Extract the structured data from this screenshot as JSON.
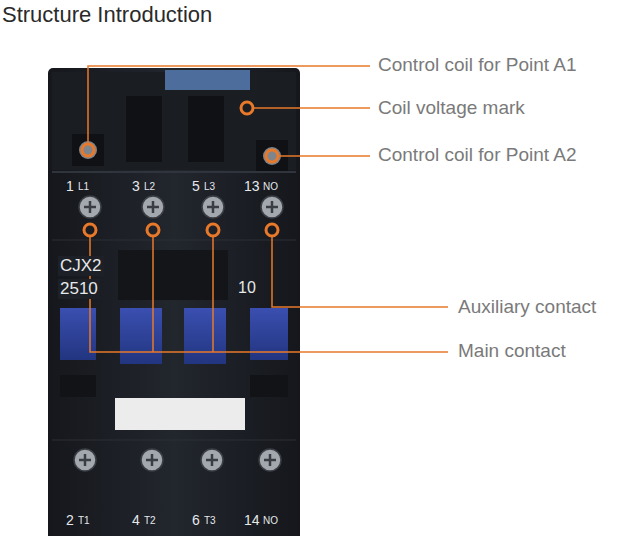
{
  "diagram": {
    "title": "Structure Introduction",
    "labels": [
      "Control coil for Point A1",
      "Coil voltage mark",
      "Control coil for Point A2",
      "1",
      "L1",
      "3",
      "L2",
      "5",
      "L3",
      "13",
      "NO",
      "CJX2",
      "2510",
      "10",
      "Auxiliary contact",
      "Main contact",
      "2",
      "T1",
      "4",
      "T2",
      "6",
      "T3",
      "14",
      "NO"
    ]
  }
}
